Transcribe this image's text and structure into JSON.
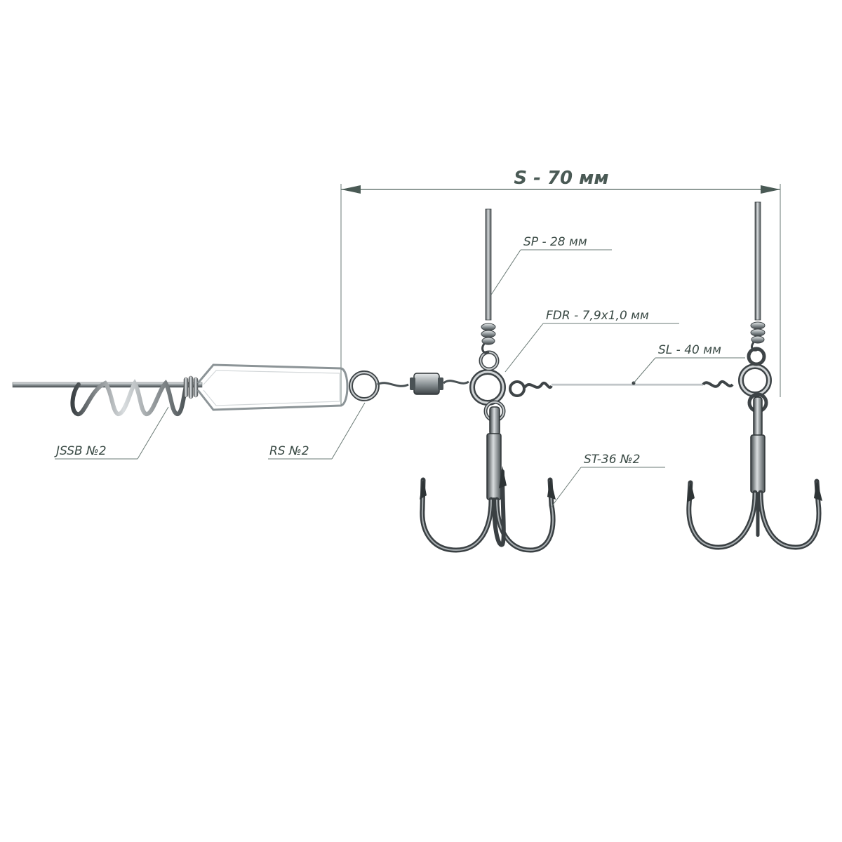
{
  "dimension": {
    "text": "S - 70 мм"
  },
  "labels": {
    "sp": "SP - 28 мм",
    "fdr": "FDR - 7,9x1,0 мм",
    "sl": "SL - 40 мм",
    "jssb": "JSSB №2",
    "rs": "RS №2",
    "st": "ST-36 №2"
  },
  "colors": {
    "leader_line": "#6a7a75",
    "metal_dark": "#2e3436",
    "metal_mid": "#7d8588",
    "metal_light": "#c4c9cb",
    "text": "#3a4a45"
  }
}
